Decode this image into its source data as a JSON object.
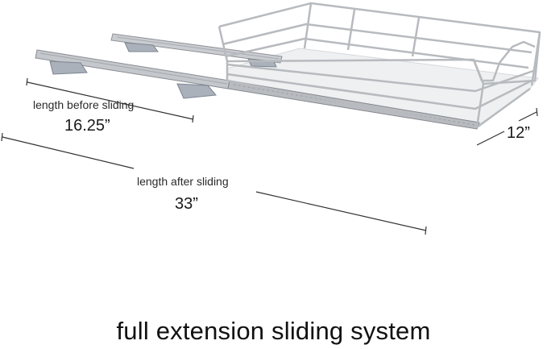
{
  "dimensions": {
    "before_label": "length before sliding",
    "before_value": "16.25”",
    "after_label": "length after sliding",
    "after_value": "33”",
    "depth_value": "12”"
  },
  "caption": "full extension sliding system",
  "colors": {
    "chrome": "#b9bcc0",
    "chrome_dark": "#8e9196",
    "tray": "#eef0f2",
    "dimension_line": "#333333"
  }
}
